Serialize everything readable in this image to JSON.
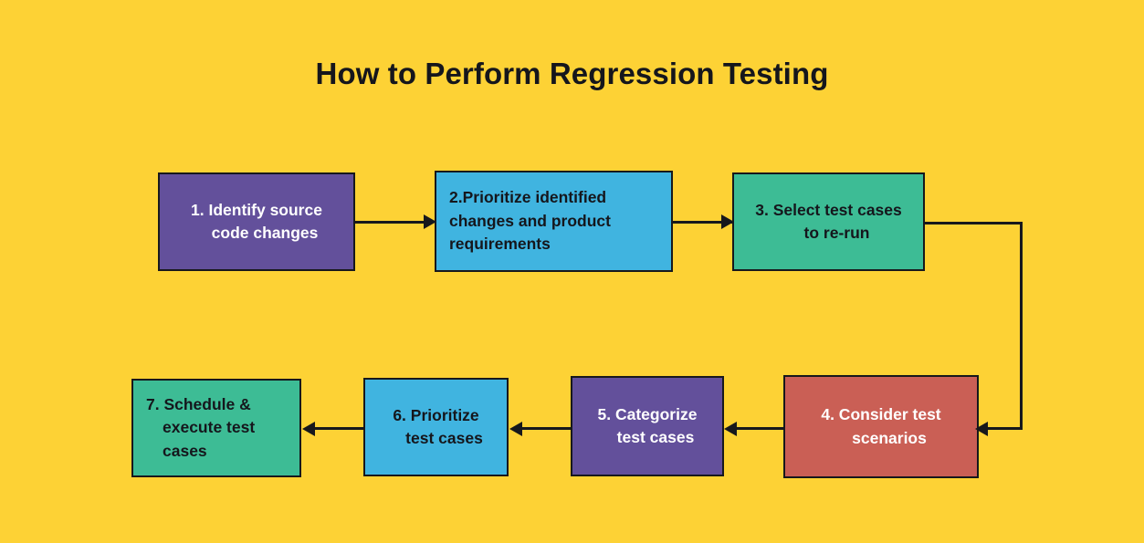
{
  "page": {
    "title": "How to Perform Regression Testing",
    "background_color": "#FDD235",
    "text_dark": "#15161C",
    "text_light": "#FFFFFF",
    "border_color": "#17181C"
  },
  "flowchart": {
    "type": "process-flow",
    "direction": "left-to-right then right-to-left (serpentine)",
    "steps": [
      {
        "number": "1.",
        "label": "1. Identify source code changes",
        "fill": "#63509B",
        "text_color": "#FFFFFF",
        "row": "top",
        "align": "center"
      },
      {
        "number": "2.",
        "label": "2.Prioritize identified changes and product requirements",
        "fill": "#40B4E0",
        "text_color": "#15161C",
        "row": "top",
        "align": "left"
      },
      {
        "number": "3.",
        "label": "3. Select test cases to re-run",
        "fill": "#3DBC95",
        "text_color": "#15161C",
        "row": "top",
        "align": "center"
      },
      {
        "number": "4.",
        "label": "4. Consider test scenarios",
        "fill": "#CA5F55",
        "text_color": "#FFFFFF",
        "row": "bottom",
        "align": "center"
      },
      {
        "number": "5.",
        "label": "5. Categorize test cases",
        "fill": "#63509B",
        "text_color": "#FFFFFF",
        "row": "bottom",
        "align": "center"
      },
      {
        "number": "6.",
        "label": "6. Prioritize test cases",
        "fill": "#40B4E0",
        "text_color": "#15161C",
        "row": "bottom",
        "align": "center"
      },
      {
        "number": "7.",
        "label": "7. Schedule & execute test cases",
        "fill": "#3DBC95",
        "text_color": "#15161C",
        "row": "bottom",
        "align": "left"
      }
    ],
    "connectors": [
      {
        "from": "1",
        "to": "2",
        "shape": "straight",
        "direction": "right"
      },
      {
        "from": "2",
        "to": "3",
        "shape": "straight",
        "direction": "right"
      },
      {
        "from": "3",
        "to": "4",
        "shape": "elbow",
        "direction": "down-left"
      },
      {
        "from": "4",
        "to": "5",
        "shape": "straight",
        "direction": "left"
      },
      {
        "from": "5",
        "to": "6",
        "shape": "straight",
        "direction": "left"
      },
      {
        "from": "6",
        "to": "7",
        "shape": "straight",
        "direction": "left"
      }
    ]
  }
}
